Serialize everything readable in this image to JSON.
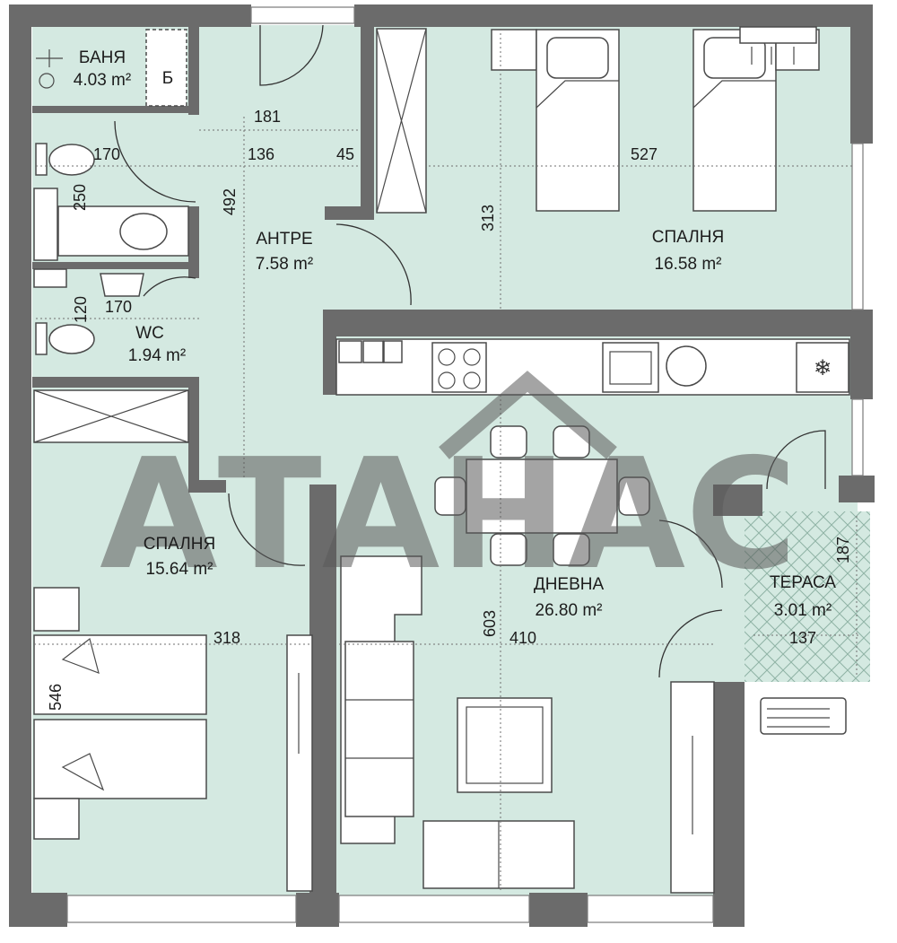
{
  "rooms": {
    "bathroom": {
      "name": "БАНЯ",
      "area": "4.03 m²"
    },
    "hall": {
      "name": "АНТРЕ",
      "area": "7.58 m²"
    },
    "bedroom1": {
      "name": "СПАЛНЯ",
      "area": "16.58 m²"
    },
    "wc": {
      "name": "WC",
      "area": "1.94 m²"
    },
    "bedroom2": {
      "name": "СПАЛНЯ",
      "area": "15.64 m²"
    },
    "living": {
      "name": "ДНЕВНА",
      "area": "26.80 m²"
    },
    "terrace": {
      "name": "ТЕРАСА",
      "area": "3.01 m²"
    }
  },
  "dimensions": {
    "d181": "181",
    "d170a": "170",
    "d136": "136",
    "d45": "45",
    "d527": "527",
    "d250": "250",
    "d492": "492",
    "d313": "313",
    "d120": "120",
    "d170b": "170",
    "d318": "318",
    "d603": "603",
    "d410": "410",
    "d187": "187",
    "d137": "137",
    "d546": "546"
  },
  "boiler_mark": "Б",
  "watermark": {
    "text": "АТАНАС",
    "color": "#5a5a5a"
  },
  "colors": {
    "floor": "#d4e9e1",
    "wall": "#6b6b6b",
    "terrace_hatch": "#9fbfb3"
  }
}
